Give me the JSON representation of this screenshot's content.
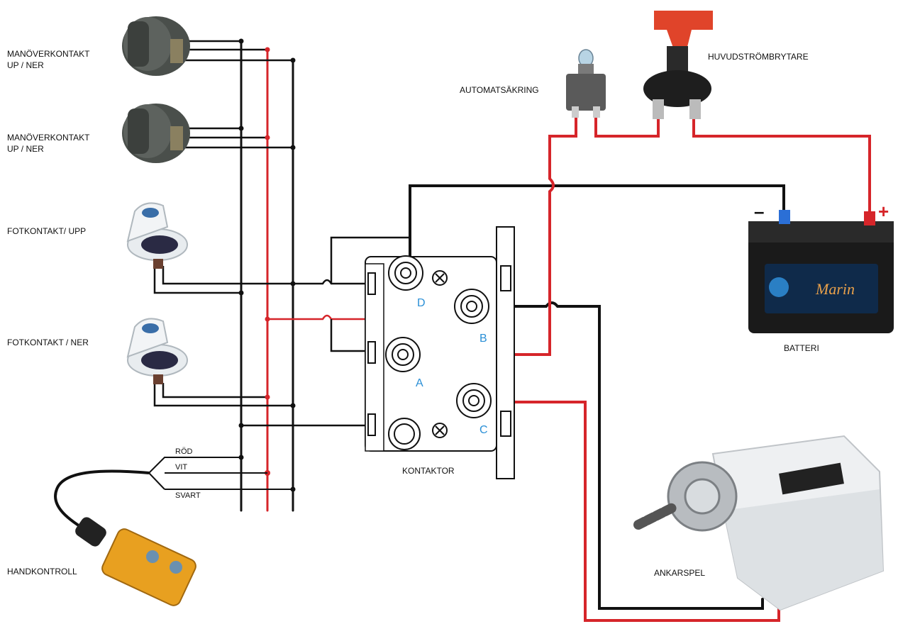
{
  "labels": {
    "manover1_line1": "MANÖVERKONTAKT",
    "manover1_line2": "UP / NER",
    "manover2_line1": "MANÖVERKONTAKT",
    "manover2_line2": "UP / NER",
    "fot_upp": "FOTKONTAKT/ UPP",
    "fot_ner": "FOTKONTAKT / NER",
    "handkontroll": "HANDKONTROLL",
    "automatsakring": "AUTOMATSÄKRING",
    "huvudstrom": "HUVUDSTRÖMBRYTARE",
    "batteri": "BATTERI",
    "kontaktor": "KONTAKTOR",
    "ankarspel": "ANKARSPEL"
  },
  "wires": {
    "rod": "RÖD",
    "vit": "VIT",
    "svart": "SVART"
  },
  "terminals": {
    "a": "A",
    "b": "B",
    "c": "C",
    "d": "D"
  },
  "battery": {
    "minus": "–",
    "plus": "+",
    "brand": "Marin"
  },
  "colors": {
    "red_wire": "#d6252a",
    "black_wire": "#111111",
    "terminal_label": "#2a8fd6"
  }
}
